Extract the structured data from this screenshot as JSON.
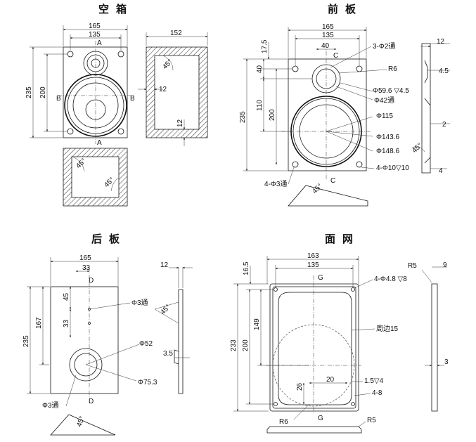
{
  "views": {
    "cabinet": {
      "title": "空箱",
      "dims": [
        "165",
        "135",
        "152",
        "235",
        "200",
        "12",
        "12"
      ],
      "section_marks": [
        "A",
        "A",
        "B",
        "B"
      ],
      "angles": [
        "45°",
        "45°",
        "45°"
      ]
    },
    "front": {
      "title": "前板",
      "dims": [
        "165",
        "135",
        "40",
        "17.5",
        "40",
        "110",
        "200",
        "235",
        "12",
        "4.5",
        "2",
        "4"
      ],
      "callouts": [
        "3-Φ2通",
        "R6",
        "Φ59.6 ▽4.5",
        "Φ42通",
        "Φ115",
        "Φ143.6",
        "Φ148.6",
        "4-Φ10▽10",
        "4-Φ3通"
      ],
      "section_marks": [
        "C",
        "C"
      ],
      "angles": [
        "45°",
        "45°"
      ]
    },
    "rear": {
      "title": "后板",
      "dims": [
        "165",
        "33",
        "45",
        "167",
        "33",
        "235",
        "12",
        "3.5"
      ],
      "callouts": [
        "Φ3通",
        "Φ52",
        "Φ75.3",
        "Φ3通"
      ],
      "section_marks": [
        "D",
        "D"
      ],
      "angles": [
        "45°",
        "45°"
      ]
    },
    "grille": {
      "title": "面网",
      "dims": [
        "163",
        "135",
        "16.5",
        "149",
        "200",
        "233",
        "26",
        "20",
        "9",
        "3"
      ],
      "callouts": [
        "4-Φ4.8 ▽8",
        "周边15",
        "1.5▽4",
        "4-8",
        "R6",
        "R5",
        "R5"
      ],
      "section_marks": [
        "G",
        "G"
      ]
    }
  }
}
